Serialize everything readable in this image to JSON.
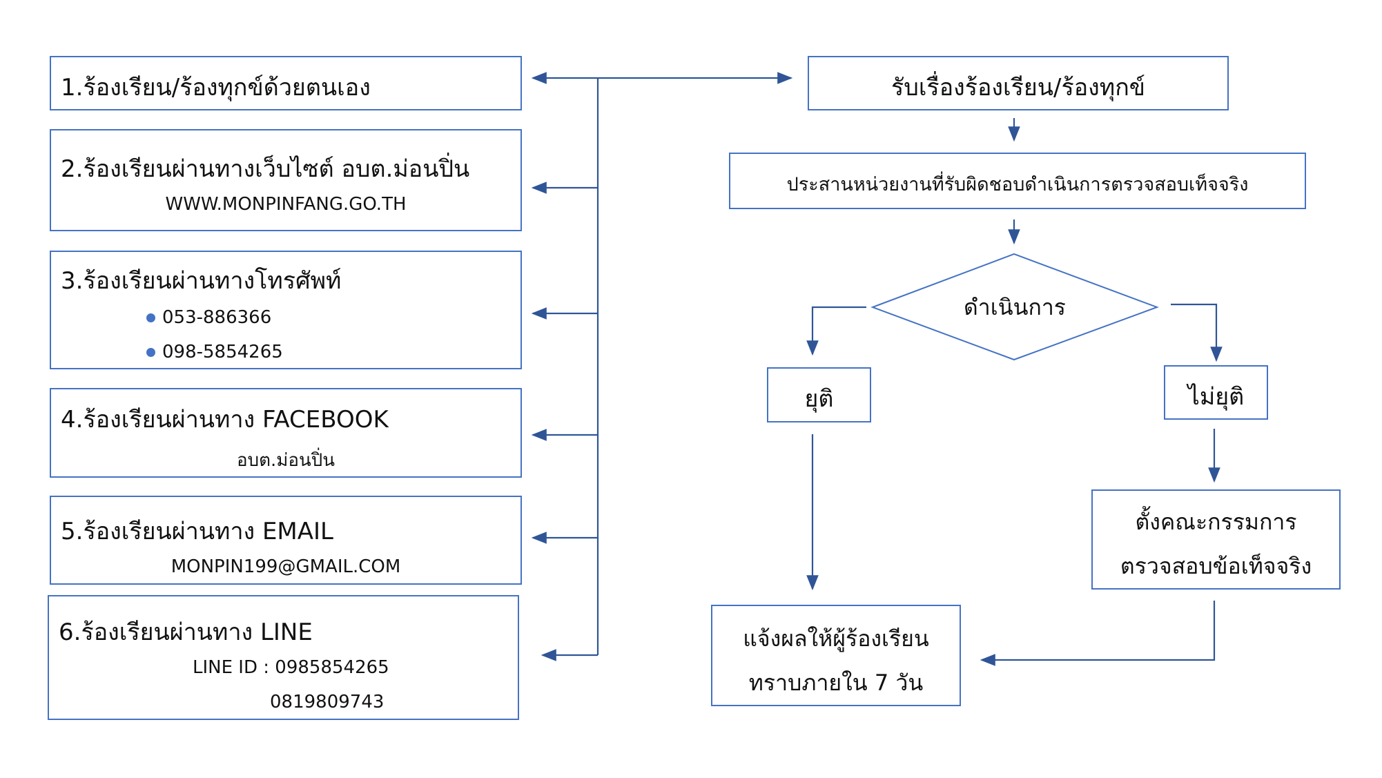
{
  "channels": [
    {
      "title": "1.ร้องเรียน/ร้องทุกข์ด้วยตนเอง"
    },
    {
      "title": "2.ร้องเรียนผ่านทางเว็บไซต์ อบต.ม่อนปิ่น",
      "detail": "WWW.MONPINFANG.GO.TH"
    },
    {
      "title": "3.ร้องเรียนผ่านทางโทรศัพท์",
      "phones": [
        "053-886366",
        "098-5854265"
      ]
    },
    {
      "title": "4.ร้องเรียนผ่านทาง FACEBOOK",
      "detail": "อบต.ม่อนปิ่น"
    },
    {
      "title": "5.ร้องเรียนผ่านทาง EMAIL",
      "detail": "MONPIN199@GMAIL.COM"
    },
    {
      "title": "6.ร้องเรียนผ่านทาง LINE",
      "detail": "LINE ID : 0985854265",
      "detail2": "0819809743"
    }
  ],
  "flow": {
    "receive": "รับเรื่องร้องเรียน/ร้องทุกข์",
    "coordinate": "ประสานหน่วยงานที่รับผิดชอบดำเนินการตรวจสอบเท็จจริง",
    "decision": "ดำเนินการ",
    "ended": "ยุติ",
    "not_ended": "ไม่ยุติ",
    "committee_line1": "ตั้งคณะกรรมการ",
    "committee_line2": "ตรวจสอบข้อเท็จจริง",
    "notify_line1": "แจ้งผลให้ผู้ร้องเรียน",
    "notify_line2": "ทราบภายใน 7 วัน"
  },
  "colors": {
    "box_border": "#4472c4",
    "connector": "#2f5597"
  }
}
